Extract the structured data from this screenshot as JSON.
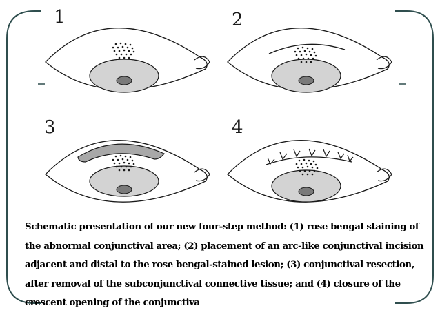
{
  "colors": {
    "frame": "#2f4e4e",
    "outline": "#1a1a1a",
    "iris": "#d3d3d3",
    "pupil": "#7a7a7a",
    "resected_area": "#a8a8a8"
  },
  "panels": [
    {
      "number": "1",
      "description_icon": "eye-stained-lesion"
    },
    {
      "number": "2",
      "description_icon": "eye-arc-incision"
    },
    {
      "number": "3",
      "description_icon": "eye-resection"
    },
    {
      "number": "4",
      "description_icon": "eye-sutured-closure"
    }
  ],
  "caption": {
    "lines": [
      "Schematic presentation of our new four-step method: (1) rose bengal staining of",
      "the abnormal conjunctival area; (2) placement of an arc-like conjunctival incision",
      "adjacent and distal to the rose bengal-stained lesion; (3) conjunctival resection,",
      "after removal of the subconjunctival connective tissue; and (4) closure of the",
      "crescent opening of the conjunctiva"
    ]
  }
}
